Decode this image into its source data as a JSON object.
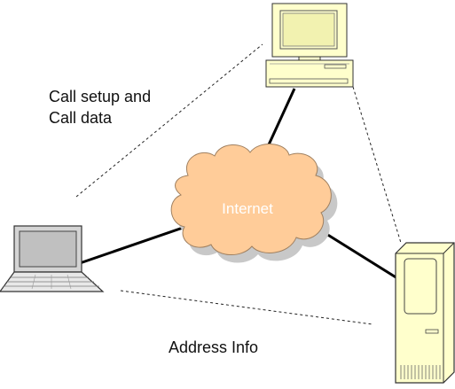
{
  "labels": {
    "call_setup_line1": "Call setup and",
    "call_setup_line2": "Call data",
    "cloud": "Internet",
    "address": "Address Info"
  },
  "nodes": [
    {
      "name": "desktop-computer",
      "icon": "desktop-computer-icon"
    },
    {
      "name": "laptop",
      "icon": "laptop-icon"
    },
    {
      "name": "tower-server",
      "icon": "server-tower-icon"
    },
    {
      "name": "internet-cloud",
      "icon": "cloud-icon"
    }
  ],
  "connections": [
    {
      "from": "desktop-computer",
      "to": "internet-cloud",
      "style": "solid"
    },
    {
      "from": "laptop",
      "to": "internet-cloud",
      "style": "solid"
    },
    {
      "from": "tower-server",
      "to": "internet-cloud",
      "style": "solid"
    },
    {
      "from": "laptop",
      "to": "desktop-computer",
      "style": "dashed"
    },
    {
      "from": "laptop",
      "to": "tower-server",
      "style": "dashed"
    },
    {
      "from": "desktop-computer",
      "to": "tower-server",
      "style": "dashed"
    }
  ],
  "colors": {
    "device_body": "#FFFFCC",
    "cloud_fill": "#FFCC99",
    "cloud_shadow": "#C8C8C8",
    "screen": "#C0C0C0",
    "line": "#000000",
    "label_text": "#111111",
    "cloud_text": "#FFFFFF"
  }
}
